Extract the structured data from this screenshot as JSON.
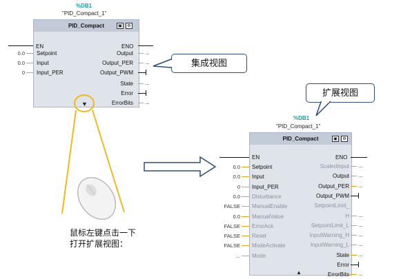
{
  "left_block": {
    "db_tag": "%DB1",
    "instance": "\"PID_Compact_1\"",
    "title": "PID_Compact",
    "en": "EN",
    "eno": "ENO",
    "inputs": [
      {
        "value": "0.0",
        "label": "Setpoint"
      },
      {
        "value": "0.0",
        "label": "Input"
      },
      {
        "value": "0",
        "label": "Input_PER"
      }
    ],
    "outputs": [
      "Output",
      "Output_PER",
      "Output_PWM",
      "State",
      "Error",
      "ErrorBits"
    ],
    "dots": "..."
  },
  "callout_integrated": "集成视图",
  "callout_extended": "扩展视图",
  "note_line1": "鼠标左键点击一下",
  "note_line2": "打开扩展视图：",
  "right_block": {
    "db_tag": "%DB1",
    "instance": "\"PID_Compact_1\"",
    "title": "PID_Compact",
    "en": "EN",
    "eno": "ENO",
    "inputs": [
      {
        "value": "0.0",
        "label": "Setpoint",
        "disabled": false
      },
      {
        "value": "0.0",
        "label": "Input",
        "disabled": false
      },
      {
        "value": "0",
        "label": "Input_PER",
        "disabled": false
      },
      {
        "value": "0.0",
        "label": "Disturbance",
        "disabled": true
      },
      {
        "value": "FALSE",
        "label": "ManualEnable",
        "disabled": true
      },
      {
        "value": "0.0",
        "label": "ManualValue",
        "disabled": true
      },
      {
        "value": "FALSE",
        "label": "ErrorAck",
        "disabled": true
      },
      {
        "value": "FALSE",
        "label": "Reset",
        "disabled": true
      },
      {
        "value": "FALSE",
        "label": "ModeActivate",
        "disabled": true
      },
      {
        "value": "...",
        "label": "Mode",
        "disabled": true
      }
    ],
    "outputs": [
      {
        "label": "ScaledInput",
        "disabled": true
      },
      {
        "label": "Output",
        "disabled": false
      },
      {
        "label": "Output_PER",
        "disabled": false
      },
      {
        "label": "Output_PWM",
        "disabled": false
      },
      {
        "label": "SetpointLimit_",
        "disabled": true
      },
      {
        "label": "H",
        "disabled": true
      },
      {
        "label": "SetpointLimit_L",
        "disabled": true
      },
      {
        "label": "InputWarning_H",
        "disabled": true
      },
      {
        "label": "InputWarning_L",
        "disabled": true
      },
      {
        "label": "State",
        "disabled": false
      },
      {
        "label": "Error",
        "disabled": false
      },
      {
        "label": "ErrorBits",
        "disabled": false
      }
    ],
    "dots": "..."
  }
}
